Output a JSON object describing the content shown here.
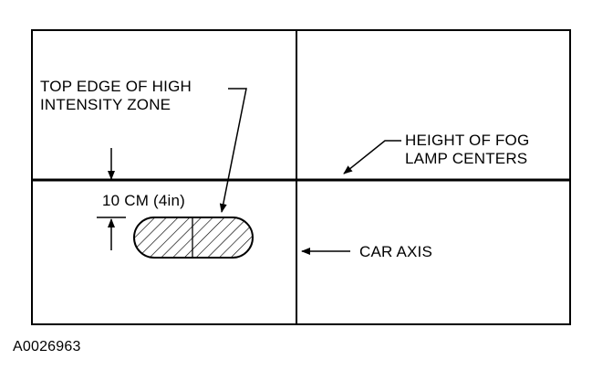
{
  "labels": {
    "top_edge_line1": "TOP EDGE OF HIGH",
    "top_edge_line2": "INTENSITY ZONE",
    "fog_height_line1": "HEIGHT OF FOG",
    "fog_height_line2": "LAMP CENTERS",
    "dimension": "10 CM (4in)",
    "car_axis": "CAR AXIS"
  },
  "figure_id": "A0026963",
  "colors": {
    "line": "#000000",
    "background": "#ffffff"
  }
}
